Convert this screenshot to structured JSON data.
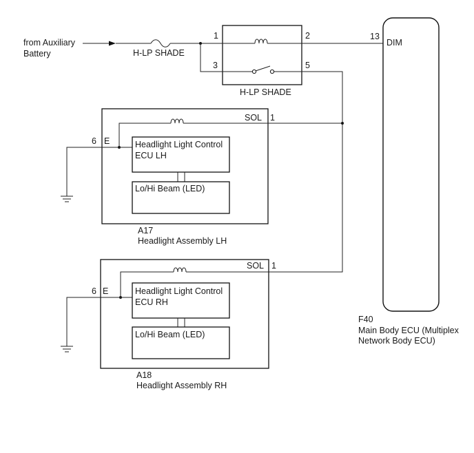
{
  "source": {
    "line1": "from Auxiliary",
    "line2": "Battery"
  },
  "fuse": {
    "label": "H-LP SHADE"
  },
  "relay": {
    "label": "H-LP SHADE",
    "pins": {
      "p1": "1",
      "p2": "2",
      "p3": "3",
      "p5": "5"
    }
  },
  "ecu": {
    "pin": "13",
    "terminal": "DIM",
    "code": "F40",
    "name_line1": "Main Body ECU (Multiplex",
    "name_line2": "Network Body ECU)"
  },
  "lh": {
    "code": "A17",
    "name": "Headlight Assembly LH",
    "sol_label": "SOL",
    "sol_pin": "1",
    "e_label": "E",
    "e_pin": "6",
    "ctrl_line1": "Headlight Light Control",
    "ctrl_line2": "ECU LH",
    "beam": "Lo/Hi Beam (LED)"
  },
  "rh": {
    "code": "A18",
    "name": "Headlight Assembly RH",
    "sol_label": "SOL",
    "sol_pin": "1",
    "e_label": "E",
    "e_pin": "6",
    "ctrl_line1": "Headlight Light Control",
    "ctrl_line2": "ECU RH",
    "beam": "Lo/Hi Beam (LED)"
  }
}
